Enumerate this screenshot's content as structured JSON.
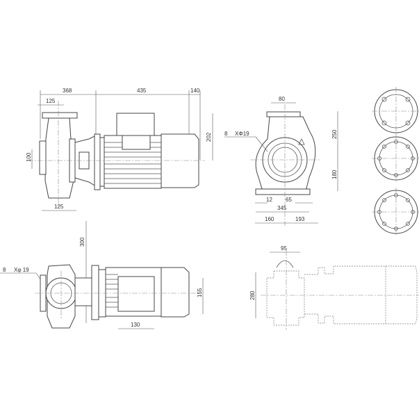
{
  "side_view": {
    "d_368": "368",
    "d_435": "435",
    "d_140": "140",
    "d_125_top": "125",
    "d_100": "100",
    "d_125_bottom": "125",
    "d_202": "202"
  },
  "front_view": {
    "d_80": "80",
    "bolt_count": "8",
    "bolt_spec": "XΦ19",
    "d_250": "250",
    "d_180": "180",
    "d_12": "12",
    "d_65": "65",
    "d_345": "345",
    "d_160": "160",
    "d_193": "193"
  },
  "top_view": {
    "d_300": "300",
    "bolt_count": "8",
    "bolt_spec": "Xφ 19",
    "d_155": "155",
    "d_130": "130"
  },
  "outline_view": {
    "d_95": "95",
    "d_280": "280"
  }
}
